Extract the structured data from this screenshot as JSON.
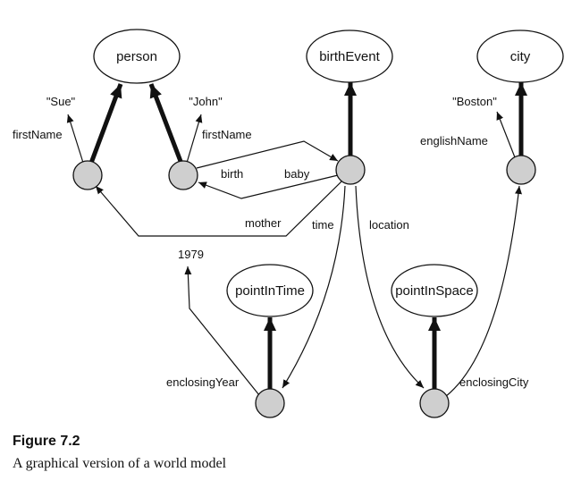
{
  "nodes": {
    "person": "person",
    "birthEvent": "birthEvent",
    "city": "city",
    "pointInTime": "pointInTime",
    "pointInSpace": "pointInSpace"
  },
  "labels": {
    "sue": "\"Sue\"",
    "john": "\"John\"",
    "firstName_left": "firstName",
    "firstName_right": "firstName",
    "birth": "birth",
    "baby": "baby",
    "mother": "mother",
    "time": "time",
    "location": "location",
    "boston": "\"Boston\"",
    "englishName": "englishName",
    "year": "1979",
    "enclosingYear": "enclosingYear",
    "enclosingCity": "enclosingCity"
  },
  "caption": {
    "title": "Figure 7.2",
    "text": "A graphical version of a world model"
  }
}
